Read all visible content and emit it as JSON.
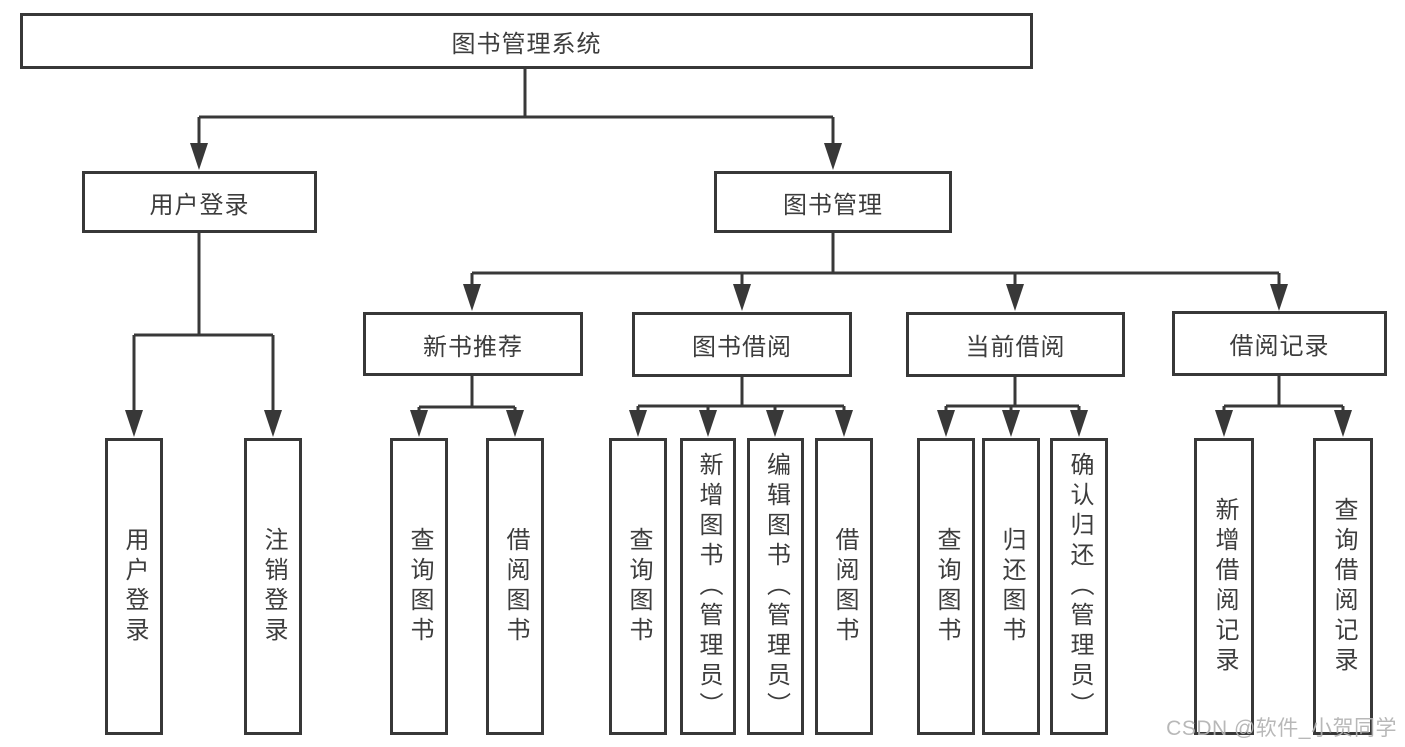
{
  "colors": {
    "line": "#383838",
    "text": "#3d3d3d",
    "watermark": "#b3b3b3",
    "background": "#ffffff"
  },
  "tree": {
    "root": {
      "label": "图书管理系统"
    },
    "user_login": {
      "label": "用户登录",
      "children": [
        {
          "label": "用户登录"
        },
        {
          "label": "注销登录"
        }
      ]
    },
    "book_management": {
      "label": "图书管理",
      "modules": [
        {
          "label": "新书推荐",
          "children": [
            {
              "label": "查询图书"
            },
            {
              "label": "借阅图书"
            }
          ]
        },
        {
          "label": "图书借阅",
          "children": [
            {
              "label": "查询图书"
            },
            {
              "label": "新增图书（管理员）"
            },
            {
              "label": "编辑图书（管理员）"
            },
            {
              "label": "借阅图书"
            }
          ]
        },
        {
          "label": "当前借阅",
          "children": [
            {
              "label": "查询图书"
            },
            {
              "label": "归还图书"
            },
            {
              "label": "确认归还（管理员）"
            }
          ]
        },
        {
          "label": "借阅记录",
          "children": [
            {
              "label": "新增借阅记录"
            },
            {
              "label": "查询借阅记录"
            }
          ]
        }
      ]
    }
  },
  "watermark": {
    "text": "CSDN @软件_小贺同学"
  }
}
